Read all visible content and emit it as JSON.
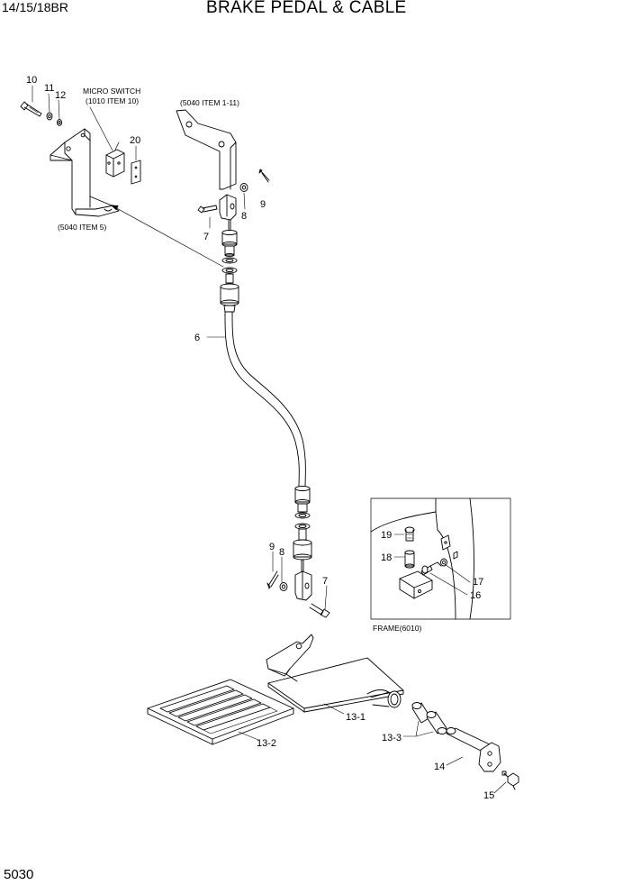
{
  "header": {
    "model": "14/15/18BR",
    "title": "BRAKE PEDAL & CABLE"
  },
  "footer": {
    "page_number": "5030"
  },
  "notes": {
    "micro_switch_line1": "MICRO SWITCH",
    "micro_switch_line2": "(1010 ITEM 10)",
    "item_1_11": "(5040 ITEM 1-11)",
    "item_5": "(5040 ITEM 5)",
    "frame": "FRAME(6010)"
  },
  "callouts": {
    "c10": "10",
    "c11": "11",
    "c12": "12",
    "c20": "20",
    "c9_top": "9",
    "c8_top": "8",
    "c7_top": "7",
    "c6": "6",
    "c9_low": "9",
    "c8_low": "8",
    "c7_low": "7",
    "c19": "19",
    "c18": "18",
    "c17": "17",
    "c16": "16",
    "c13_1": "13-1",
    "c13_2": "13-2",
    "c13_3": "13-3",
    "c14": "14",
    "c15": "15"
  }
}
